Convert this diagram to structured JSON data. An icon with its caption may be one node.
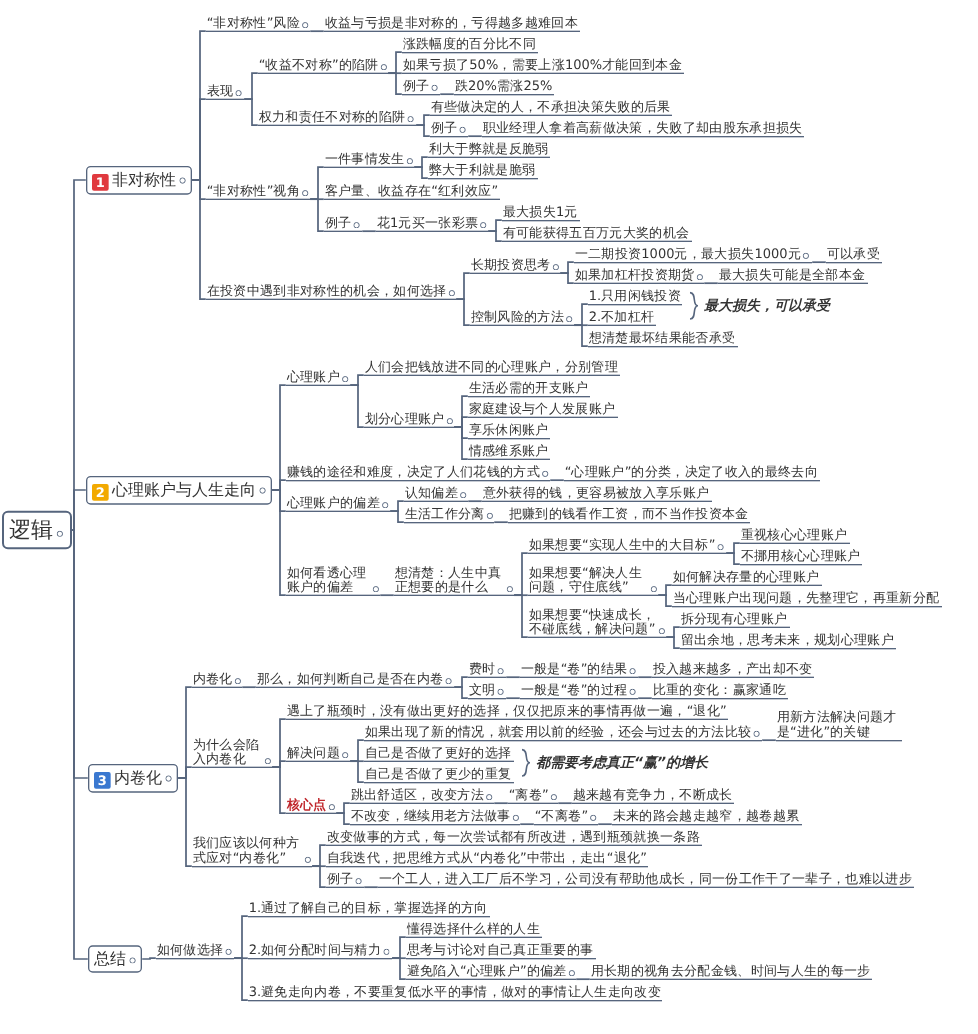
{
  "diagram": {
    "nodes": [
      {
        "text": [
          "逻辑"
        ]
      },
      {
        "text": [
          "1",
          "非对称性"
        ]
      },
      {
        "text": [
          "“非对称性”风险"
        ]
      },
      {
        "text": [
          "收益与亏损是非对称的，亏得越多越难回本"
        ]
      },
      {
        "text": [
          "表现"
        ]
      },
      {
        "text": [
          "“收益不对称”的陷阱"
        ]
      },
      {
        "text": [
          "涨跌幅度的百分比不同"
        ]
      },
      {
        "text": [
          "如果亏损了50%，需要上涨100%才能回到本金"
        ]
      },
      {
        "text": [
          "例子"
        ]
      },
      {
        "text": [
          "跌20%需涨25%"
        ]
      },
      {
        "text": [
          "权力和责任不对称的陷阱"
        ]
      },
      {
        "text": [
          "有些做决定的人，不承担决策失败的后果"
        ]
      },
      {
        "text": [
          "例子"
        ]
      },
      {
        "text": [
          "职业经理人拿着高薪做决策，失败了却由股东承担损失"
        ]
      },
      {
        "text": [
          "“非对称性”视角"
        ]
      },
      {
        "text": [
          "一件事情发生"
        ]
      },
      {
        "text": [
          "利大于弊就是反脆弱"
        ]
      },
      {
        "text": [
          "弊大于利就是脆弱"
        ]
      },
      {
        "text": [
          "客户量、收益存在“红利效应”"
        ]
      },
      {
        "text": [
          "例子"
        ]
      },
      {
        "text": [
          "花1元买一张彩票"
        ]
      },
      {
        "text": [
          "最大损失1元"
        ]
      },
      {
        "text": [
          "有可能获得五百万元大奖的机会"
        ]
      },
      {
        "text": [
          "在投资中遇到非对称性的机会，如何选择"
        ]
      },
      {
        "text": [
          "长期投资思考"
        ]
      },
      {
        "text": [
          "一二期投资1000元，最大损失1000元"
        ]
      },
      {
        "text": [
          "可以承受"
        ]
      },
      {
        "text": [
          "如果加杠杆投资期货"
        ]
      },
      {
        "text": [
          "最大损失可能是全部本金"
        ]
      },
      {
        "text": [
          "控制风险的方法"
        ]
      },
      {
        "text": [
          "1.只用闲钱投资"
        ]
      },
      {
        "text": [
          "2.不加杠杆"
        ]
      },
      {
        "text": [
          "想清楚最坏结果能否承受"
        ]
      },
      {
        "text": [
          "2",
          "心理账户与人生走向"
        ]
      },
      {
        "text": [
          "心理账户"
        ]
      },
      {
        "text": [
          "人们会把钱放进不同的心理账户，分别管理"
        ]
      },
      {
        "text": [
          "划分心理账户"
        ]
      },
      {
        "text": [
          "生活必需的开支账户"
        ]
      },
      {
        "text": [
          "家庭建设与个人发展账户"
        ]
      },
      {
        "text": [
          "享乐休闲账户"
        ]
      },
      {
        "text": [
          "情感维系账户"
        ]
      },
      {
        "text": [
          "赚钱的途径和难度，决定了人们花钱的方式"
        ]
      },
      {
        "text": [
          "“心理账户”的分类，决定了收入的最终去向"
        ]
      },
      {
        "text": [
          "心理账户的偏差"
        ]
      },
      {
        "text": [
          "认知偏差"
        ]
      },
      {
        "text": [
          "意外获得的钱，更容易被放入享乐账户"
        ]
      },
      {
        "text": [
          "生活工作分离"
        ]
      },
      {
        "text": [
          "把赚到的钱看作工资，而不当作投资本金"
        ]
      },
      {
        "text": [
          "如何看透心理账户的偏差"
        ]
      },
      {
        "text": [
          "想清楚：人生中真正想要的是什么"
        ]
      },
      {
        "text": [
          "如果想要“实现人生中的大目标”"
        ]
      },
      {
        "text": [
          "重视核心心理账户"
        ]
      },
      {
        "text": [
          "不挪用核心心理账户"
        ]
      },
      {
        "text": [
          "如果想要“解决人生问题，守住底线”"
        ]
      },
      {
        "text": [
          "如何解决存量的心理账户"
        ]
      },
      {
        "text": [
          "当心理账户出现问题，先整理它，再重新分配"
        ]
      },
      {
        "text": [
          "如果想要“快速成长，不碰底线，解决问题”"
        ]
      },
      {
        "text": [
          "拆分现有心理账户"
        ]
      },
      {
        "text": [
          "留出余地，思考未来，规划心理账户"
        ]
      },
      {
        "text": [
          "3",
          "内卷化"
        ]
      },
      {
        "text": [
          "内卷化"
        ]
      },
      {
        "text": [
          "那么，如何判断自己是否在内卷"
        ]
      },
      {
        "text": [
          "费时"
        ]
      },
      {
        "text": [
          "一般是“卷”的结果"
        ]
      },
      {
        "text": [
          "投入越来越多，产出却不变"
        ]
      },
      {
        "text": [
          "文明"
        ]
      },
      {
        "text": [
          "一般是“卷”的过程"
        ]
      },
      {
        "text": [
          "比重的变化：赢家通吃"
        ]
      },
      {
        "text": [
          "为什么会陷入内卷化"
        ]
      },
      {
        "text": [
          "遇上了瓶颈时，没有做出更好的选择，仅仅把原来的事情再做一遍，“退化”"
        ]
      },
      {
        "text": [
          "解决问题"
        ]
      },
      {
        "text": [
          "如果出现了新的情况，就套用以前的经验，还会与过去的方法比较"
        ]
      },
      {
        "text": [
          "用新方法解决问题才是“进化”的关键"
        ]
      },
      {
        "text": [
          "自己是否做了更好的选择"
        ]
      },
      {
        "text": [
          "自己是否做了更少的重复"
        ]
      },
      {
        "text": [
          "核心点"
        ]
      },
      {
        "text": [
          "跳出舒适区，改变方法"
        ]
      },
      {
        "text": [
          "“离卷”"
        ]
      },
      {
        "text": [
          "越来越有竞争力，不断成长"
        ]
      },
      {
        "text": [
          "不改变，继续用老方法做事"
        ]
      },
      {
        "text": [
          "“不离卷”"
        ]
      },
      {
        "text": [
          "未来的路会越走越窄，越卷越累"
        ]
      },
      {
        "text": [
          "我们应该以何种方式应对“内卷化”"
        ]
      },
      {
        "text": [
          "改变做事的方式，每一次尝试都有所改进，遇到瓶颈就换一条路"
        ]
      },
      {
        "text": [
          "自我迭代，把思维方式从“内卷化”中带出，走出“退化”"
        ]
      },
      {
        "text": [
          "例子"
        ]
      },
      {
        "text": [
          "一个工人，进入工厂后不学习，公司没有帮助他成长，同一份工作干了一辈子，也难以进步"
        ]
      },
      {
        "text": [
          "总结"
        ]
      },
      {
        "text": [
          "如何做选择"
        ]
      },
      {
        "text": [
          "1.通过了解自己的目标，掌握选择的方向"
        ]
      },
      {
        "text": [
          "2.如何分配时间与精力"
        ]
      },
      {
        "text": [
          "懂得选择什么样的人生"
        ]
      },
      {
        "text": [
          "思考与讨论对自己真正重要的事"
        ]
      },
      {
        "text": [
          "避免陷入“心理账户”的偏差"
        ]
      },
      {
        "text": [
          "用长期的视角去分配金钱、时间与人生的每一步"
        ]
      },
      {
        "text": [
          "3.避免走向内卷，不要重复低水平的事情，做对的事情让人生走向改变"
        ]
      }
    ],
    "edges": [
      {
        "from": 0,
        "to": 1,
        "arrow": "none"
      },
      {
        "from": 1,
        "to": 2,
        "arrow": "none"
      },
      {
        "from": 2,
        "to": 3,
        "arrow": "none"
      },
      {
        "from": 1,
        "to": 4,
        "arrow": "none"
      },
      {
        "from": 4,
        "to": 5,
        "arrow": "none"
      },
      {
        "from": 5,
        "to": 6,
        "arrow": "none"
      },
      {
        "from": 5,
        "to": 7,
        "arrow": "none"
      },
      {
        "from": 5,
        "to": 8,
        "arrow": "none"
      },
      {
        "from": 8,
        "to": 9,
        "arrow": "none"
      },
      {
        "from": 4,
        "to": 10,
        "arrow": "none"
      },
      {
        "from": 10,
        "to": 11,
        "arrow": "none"
      },
      {
        "from": 10,
        "to": 12,
        "arrow": "none"
      },
      {
        "from": 12,
        "to": 13,
        "arrow": "none"
      },
      {
        "from": 1,
        "to": 14,
        "arrow": "none"
      },
      {
        "from": 14,
        "to": 15,
        "arrow": "none"
      },
      {
        "from": 15,
        "to": 16,
        "arrow": "none"
      },
      {
        "from": 15,
        "to": 17,
        "arrow": "none"
      },
      {
        "from": 14,
        "to": 18,
        "arrow": "none"
      },
      {
        "from": 14,
        "to": 19,
        "arrow": "none"
      },
      {
        "from": 19,
        "to": 20,
        "arrow": "none"
      },
      {
        "from": 20,
        "to": 21,
        "arrow": "none"
      },
      {
        "from": 20,
        "to": 22,
        "arrow": "none"
      },
      {
        "from": 1,
        "to": 23,
        "arrow": "none"
      },
      {
        "from": 23,
        "to": 24,
        "arrow": "none"
      },
      {
        "from": 24,
        "to": 25,
        "arrow": "none"
      },
      {
        "from": 25,
        "to": 26,
        "arrow": "none"
      },
      {
        "from": 24,
        "to": 27,
        "arrow": "none"
      },
      {
        "from": 27,
        "to": 28,
        "arrow": "none"
      },
      {
        "from": 23,
        "to": 29,
        "arrow": "none"
      },
      {
        "from": 29,
        "to": 30,
        "arrow": "none"
      },
      {
        "from": 29,
        "to": 31,
        "arrow": "none"
      },
      {
        "from": 29,
        "to": 32,
        "arrow": "none"
      },
      {
        "from": 0,
        "to": 33,
        "arrow": "none"
      },
      {
        "from": 33,
        "to": 34,
        "arrow": "none"
      },
      {
        "from": 34,
        "to": 35,
        "arrow": "none"
      },
      {
        "from": 34,
        "to": 36,
        "arrow": "none"
      },
      {
        "from": 36,
        "to": 37,
        "arrow": "none"
      },
      {
        "from": 36,
        "to": 38,
        "arrow": "none"
      },
      {
        "from": 36,
        "to": 39,
        "arrow": "none"
      },
      {
        "from": 36,
        "to": 40,
        "arrow": "none"
      },
      {
        "from": 33,
        "to": 41,
        "arrow": "none"
      },
      {
        "from": 41,
        "to": 42,
        "arrow": "none"
      },
      {
        "from": 33,
        "to": 43,
        "arrow": "none"
      },
      {
        "from": 43,
        "to": 44,
        "arrow": "none"
      },
      {
        "from": 44,
        "to": 45,
        "arrow": "none"
      },
      {
        "from": 43,
        "to": 46,
        "arrow": "none"
      },
      {
        "from": 46,
        "to": 47,
        "arrow": "none"
      },
      {
        "from": 33,
        "to": 48,
        "arrow": "none"
      },
      {
        "from": 48,
        "to": 49,
        "arrow": "none"
      },
      {
        "from": 49,
        "to": 50,
        "arrow": "none"
      },
      {
        "from": 50,
        "to": 51,
        "arrow": "none"
      },
      {
        "from": 50,
        "to": 52,
        "arrow": "none"
      },
      {
        "from": 49,
        "to": 53,
        "arrow": "none"
      },
      {
        "from": 53,
        "to": 54,
        "arrow": "none"
      },
      {
        "from": 53,
        "to": 55,
        "arrow": "none"
      },
      {
        "from": 49,
        "to": 56,
        "arrow": "none"
      },
      {
        "from": 56,
        "to": 57,
        "arrow": "none"
      },
      {
        "from": 56,
        "to": 58,
        "arrow": "none"
      },
      {
        "from": 0,
        "to": 59,
        "arrow": "none"
      },
      {
        "from": 59,
        "to": 60,
        "arrow": "none"
      },
      {
        "from": 60,
        "to": 61,
        "arrow": "none"
      },
      {
        "from": 61,
        "to": 62,
        "arrow": "none"
      },
      {
        "from": 62,
        "to": 63,
        "arrow": "none"
      },
      {
        "from": 63,
        "to": 64,
        "arrow": "none"
      },
      {
        "from": 61,
        "to": 65,
        "arrow": "none"
      },
      {
        "from": 65,
        "to": 66,
        "arrow": "none"
      },
      {
        "from": 66,
        "to": 67,
        "arrow": "none"
      },
      {
        "from": 59,
        "to": 68,
        "arrow": "none"
      },
      {
        "from": 68,
        "to": 69,
        "arrow": "none"
      },
      {
        "from": 68,
        "to": 70,
        "arrow": "none"
      },
      {
        "from": 70,
        "to": 71,
        "arrow": "none"
      },
      {
        "from": 71,
        "to": 72,
        "arrow": "none"
      },
      {
        "from": 70,
        "to": 73,
        "arrow": "none"
      },
      {
        "from": 70,
        "to": 74,
        "arrow": "none"
      },
      {
        "from": 68,
        "to": 75,
        "arrow": "none"
      },
      {
        "from": 75,
        "to": 76,
        "arrow": "none"
      },
      {
        "from": 76,
        "to": 77,
        "arrow": "none"
      },
      {
        "from": 77,
        "to": 78,
        "arrow": "none"
      },
      {
        "from": 75,
        "to": 79,
        "arrow": "none"
      },
      {
        "from": 79,
        "to": 80,
        "arrow": "none"
      },
      {
        "from": 80,
        "to": 81,
        "arrow": "none"
      },
      {
        "from": 59,
        "to": 82,
        "arrow": "none"
      },
      {
        "from": 82,
        "to": 83,
        "arrow": "none"
      },
      {
        "from": 82,
        "to": 84,
        "arrow": "none"
      },
      {
        "from": 82,
        "to": 85,
        "arrow": "none"
      },
      {
        "from": 85,
        "to": 86,
        "arrow": "none"
      },
      {
        "from": 0,
        "to": 87,
        "arrow": "none"
      },
      {
        "from": 87,
        "to": 88,
        "arrow": "none"
      },
      {
        "from": 88,
        "to": 89,
        "arrow": "none"
      },
      {
        "from": 88,
        "to": 90,
        "arrow": "none"
      },
      {
        "from": 90,
        "to": 91,
        "arrow": "none"
      },
      {
        "from": 90,
        "to": 92,
        "arrow": "none"
      },
      {
        "from": 90,
        "to": 93,
        "arrow": "none"
      },
      {
        "from": 93,
        "to": 94,
        "arrow": "none"
      },
      {
        "from": 88,
        "to": 95,
        "arrow": "none"
      }
    ],
    "labels": [
      "最大损失，可以承受",
      "都需要考虑真正“赢”的增长"
    ]
  }
}
